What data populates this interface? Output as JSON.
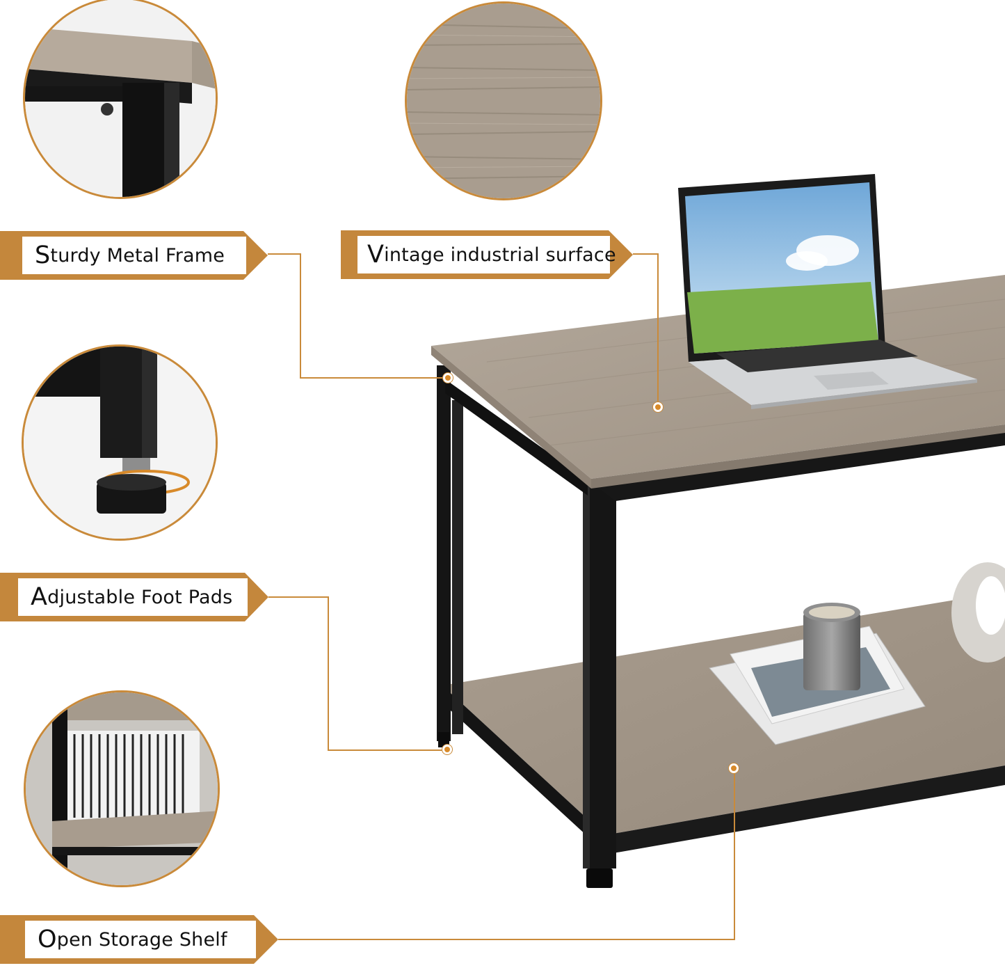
{
  "labels": {
    "frame": {
      "first": "S",
      "rest": "turdy Metal Frame"
    },
    "surface": {
      "first": "V",
      "rest": "intage industrial surface"
    },
    "pads": {
      "first": "A",
      "rest": "djustable Foot Pads"
    },
    "shelf": {
      "first": "O",
      "rest": "pen Storage Shelf"
    }
  },
  "colors": {
    "accent": "#c98a3a",
    "frame": "#1a1a1a",
    "wood": "#a89c8e"
  },
  "icons": [
    "frame-corner-detail",
    "wood-grain-detail",
    "foot-pad-detail",
    "storage-shelf-detail"
  ]
}
